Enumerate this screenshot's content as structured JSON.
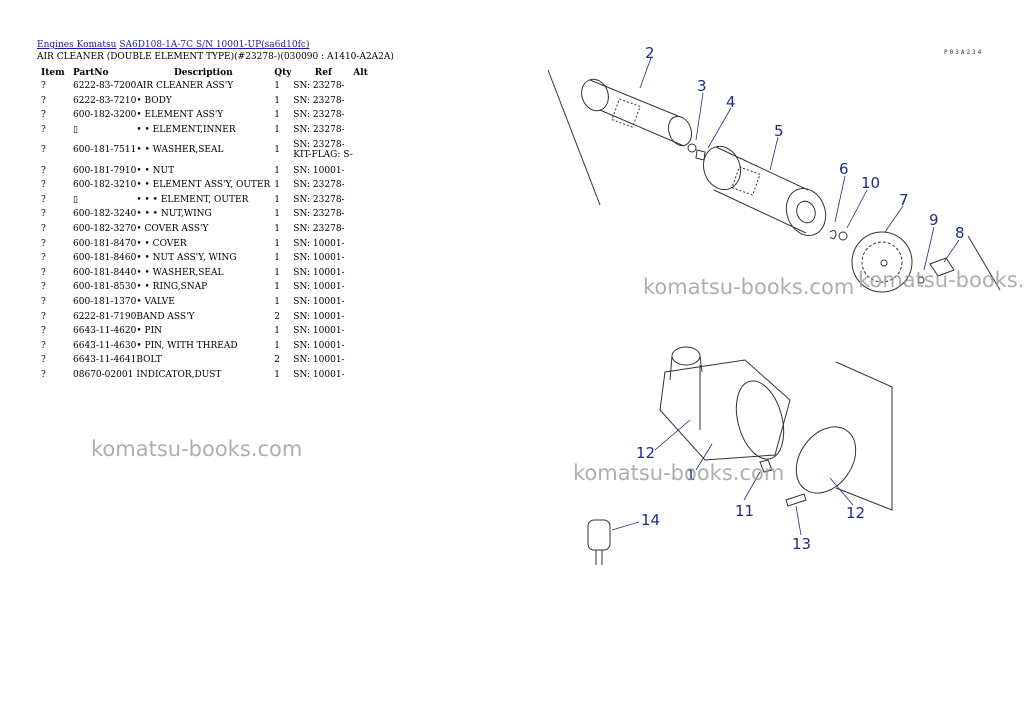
{
  "breadcrumb": {
    "link1": "Engines Komatsu",
    "link2": "SA6D108-1A-7C S/N 10001-UP(sa6d10fc)"
  },
  "subtitle": "AIR CLEANER (DOUBLE ELEMENT TYPE)(#23278-)(030090 : A1410-A2A2A)",
  "page_code": "P03A234",
  "table": {
    "headers": {
      "item": "Item",
      "partno": "PartNo",
      "description": "Description",
      "qty": "Qty",
      "ref": "Ref",
      "alt": "Alt"
    },
    "rows": [
      {
        "item": "?",
        "partno": "6222-83-7200",
        "desc": "AIR CLEANER ASS'Y",
        "qty": "1",
        "ref": "SN: 23278-"
      },
      {
        "item": "?",
        "partno": "6222-83-7210",
        "desc": "• BODY",
        "qty": "1",
        "ref": "SN: 23278-"
      },
      {
        "item": "?",
        "partno": "600-182-3200",
        "desc": "• ELEMENT ASS'Y",
        "qty": "1",
        "ref": "SN: 23278-"
      },
      {
        "item": "?",
        "partno": "▯",
        "desc": "• • ELEMENT,INNER",
        "qty": "1",
        "ref": "SN: 23278-"
      },
      {
        "item": "?",
        "partno": "600-181-7511",
        "desc": "• • WASHER,SEAL",
        "qty": "1",
        "ref": "SN: 23278-",
        "ref2": "KIT-FLAG: S-"
      },
      {
        "item": "?",
        "partno": "600-181-7910",
        "desc": "• • NUT",
        "qty": "1",
        "ref": "SN: 10001-"
      },
      {
        "item": "?",
        "partno": "600-182-3210",
        "desc": "• • ELEMENT ASS'Y, OUTER",
        "qty": "1",
        "ref": "SN: 23278-"
      },
      {
        "item": "?",
        "partno": "▯",
        "desc": "• • • ELEMENT, OUTER",
        "qty": "1",
        "ref": "SN: 23278-"
      },
      {
        "item": "?",
        "partno": "600-182-3240",
        "desc": "• • • NUT,WING",
        "qty": "1",
        "ref": "SN: 23278-"
      },
      {
        "item": "?",
        "partno": "600-182-3270",
        "desc": "• COVER ASS'Y",
        "qty": "1",
        "ref": "SN: 23278-"
      },
      {
        "item": "?",
        "partno": "600-181-8470",
        "desc": "• • COVER",
        "qty": "1",
        "ref": "SN: 10001-"
      },
      {
        "item": "?",
        "partno": "600-181-8460",
        "desc": "• • NUT ASS'Y, WING",
        "qty": "1",
        "ref": "SN: 10001-"
      },
      {
        "item": "?",
        "partno": "600-181-8440",
        "desc": "• • WASHER,SEAL",
        "qty": "1",
        "ref": "SN: 10001-"
      },
      {
        "item": "?",
        "partno": "600-181-8530",
        "desc": "• • RING,SNAP",
        "qty": "1",
        "ref": "SN: 10001-"
      },
      {
        "item": "?",
        "partno": "600-181-1370",
        "desc": "• VALVE",
        "qty": "1",
        "ref": "SN: 10001-"
      },
      {
        "item": "?",
        "partno": "6222-81-7190",
        "desc": "BAND ASS'Y",
        "qty": "2",
        "ref": "SN: 10001-"
      },
      {
        "item": "?",
        "partno": "6643-11-4620",
        "desc": "• PIN",
        "qty": "1",
        "ref": "SN: 10001-"
      },
      {
        "item": "?",
        "partno": "6643-11-4630",
        "desc": "• PIN, WITH THREAD",
        "qty": "1",
        "ref": "SN: 10001-"
      },
      {
        "item": "?",
        "partno": "6643-11-4641",
        "desc": "BOLT",
        "qty": "2",
        "ref": "SN: 10001-"
      },
      {
        "item": "?",
        "partno": "08670-02001",
        "desc": "INDICATOR,DUST",
        "qty": "1",
        "ref": "SN: 10001-"
      }
    ]
  },
  "watermarks": [
    "komatsu-books.com",
    "komatsu-books.com",
    "komatsu-books.com",
    "komatsu-books.com"
  ],
  "callouts": [
    "2",
    "3",
    "4",
    "5",
    "6",
    "10",
    "7",
    "9",
    "8",
    "12",
    "1",
    "11",
    "12",
    "13",
    "14"
  ]
}
